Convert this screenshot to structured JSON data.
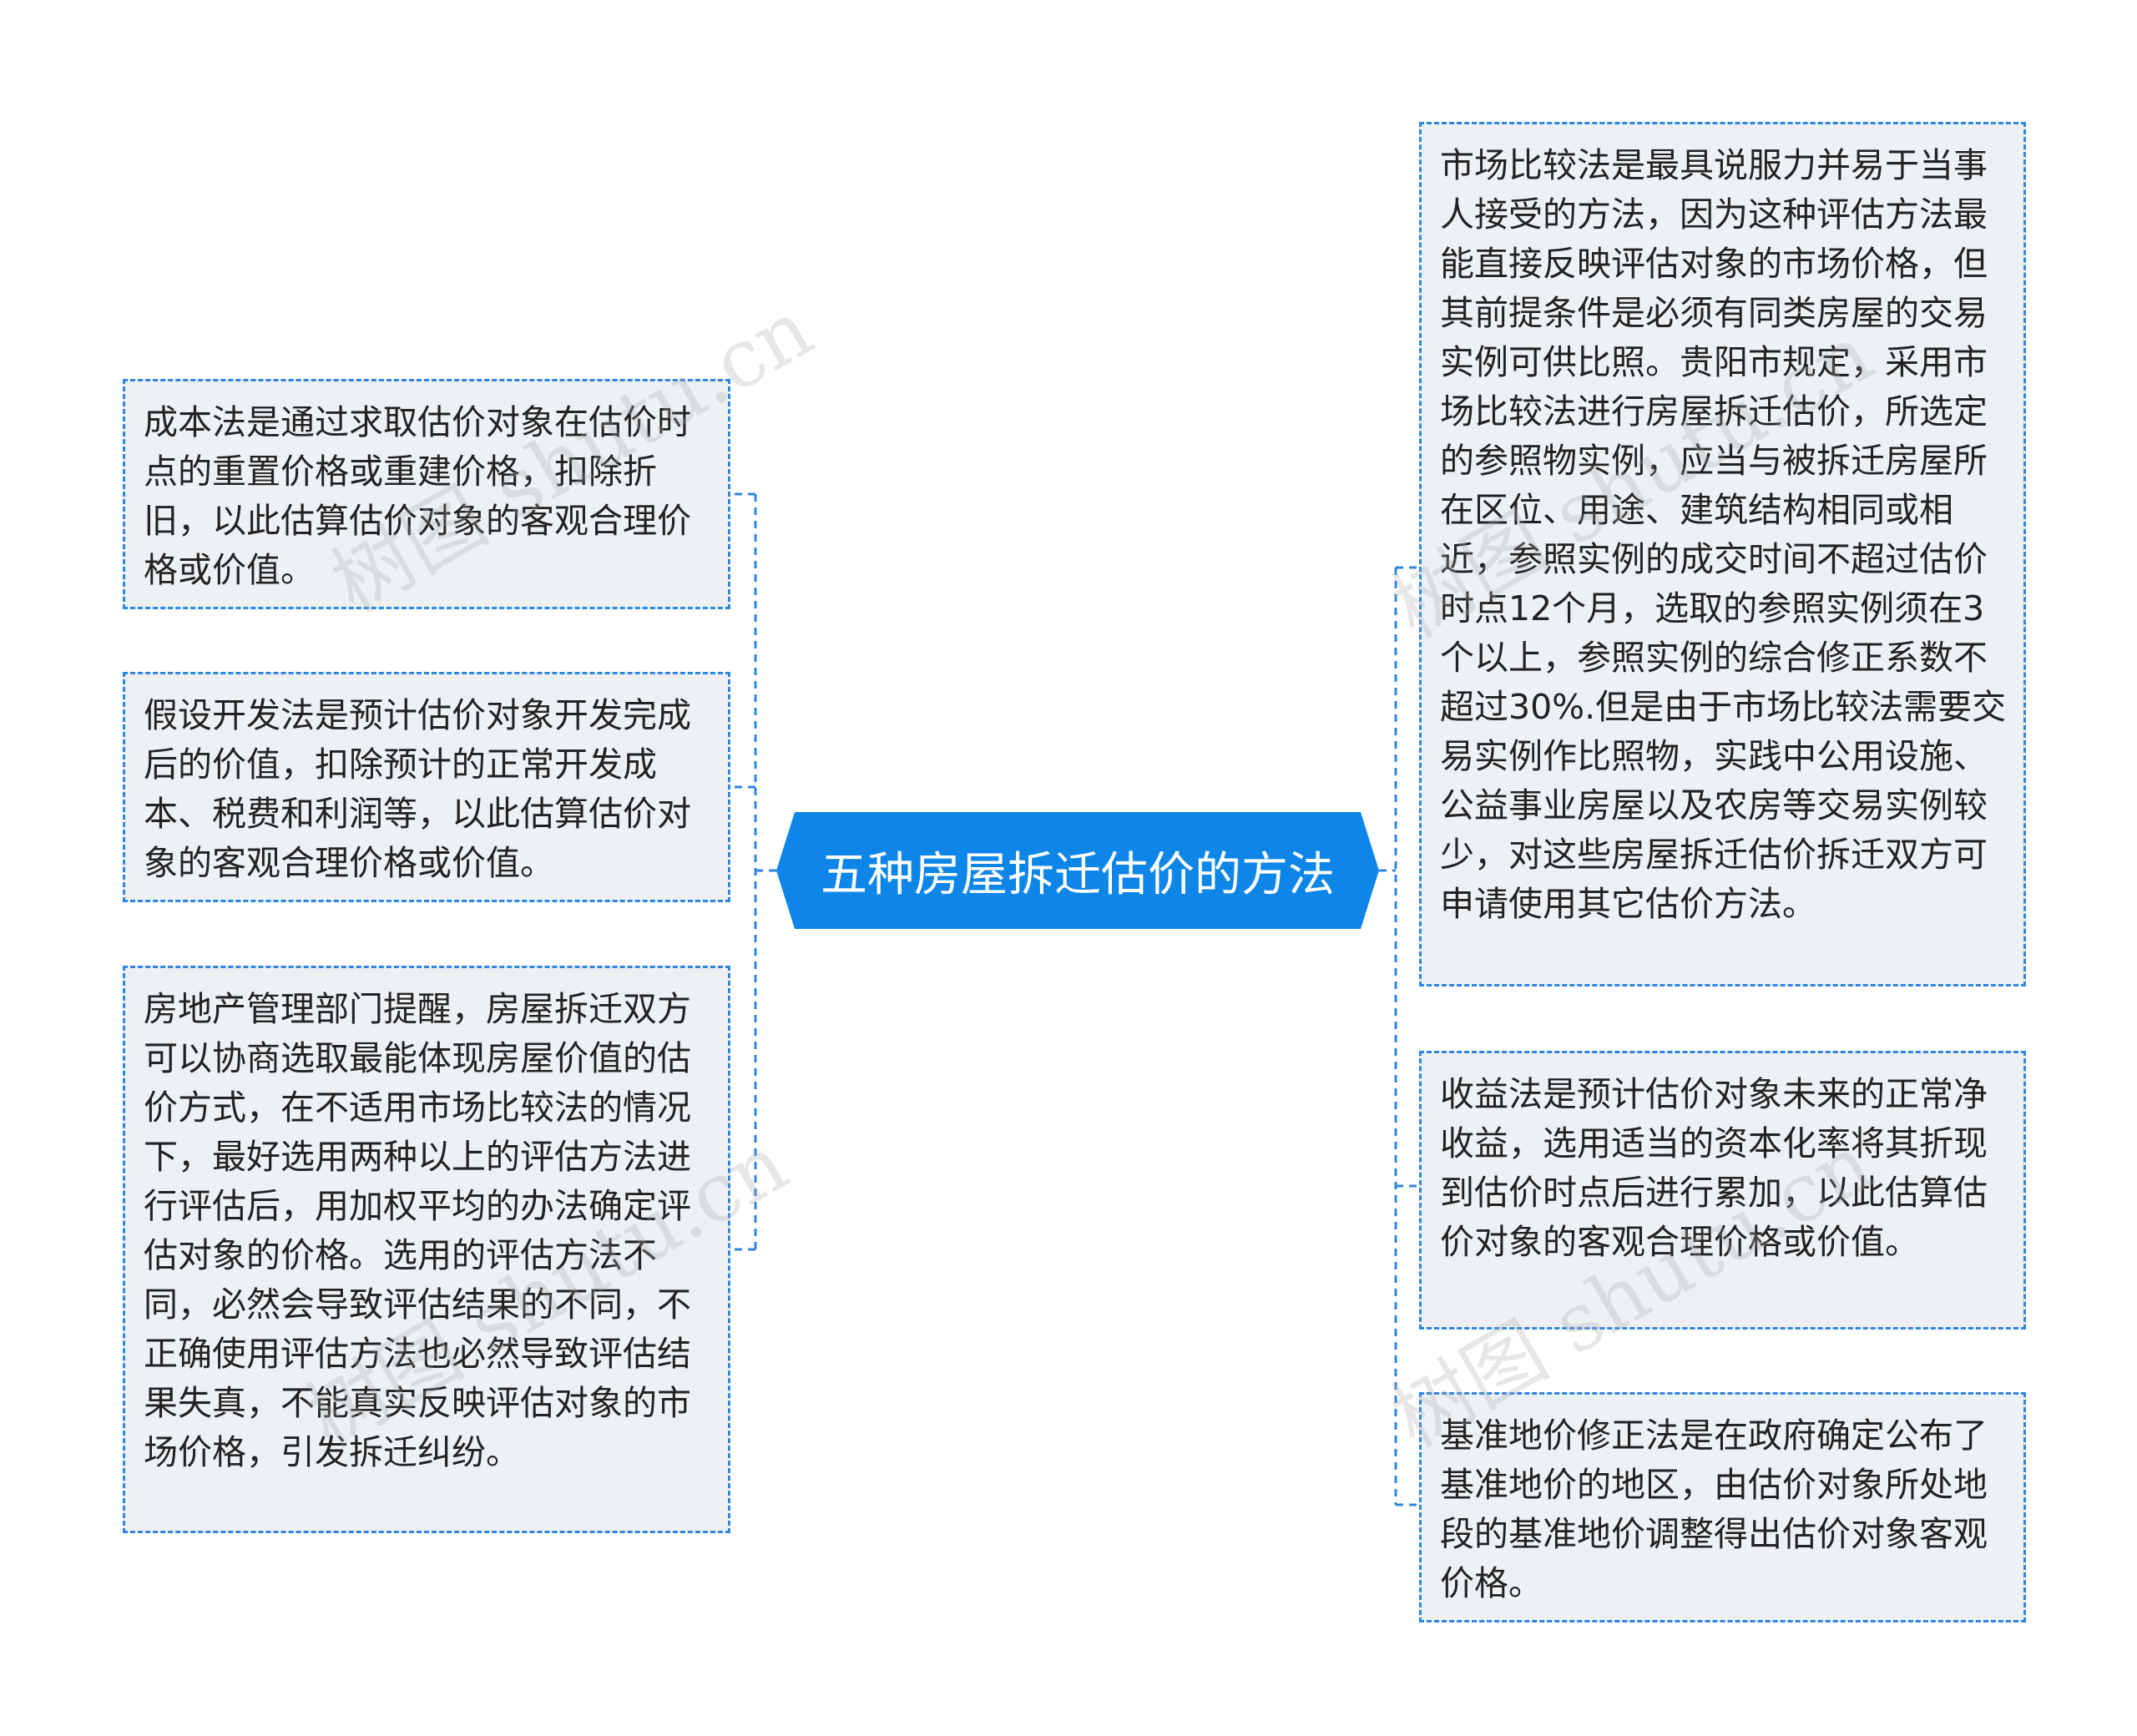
{
  "center": {
    "label": "五种房屋拆迁估价的方法"
  },
  "left_nodes": [
    {
      "text": "成本法是通过求取估价对象在估价时点的重置价格或重建价格，扣除折旧，以此估算估价对象的客观合理价格或价值。"
    },
    {
      "text": "假设开发法是预计估价对象开发完成后的价值，扣除预计的正常开发成本、税费和利润等，以此估算估价对象的客观合理价格或价值。"
    },
    {
      "text": "房地产管理部门提醒，房屋拆迁双方可以协商选取最能体现房屋价值的估价方式，在不适用市场比较法的情况下，最好选用两种以上的评估方法进行评估后，用加权平均的办法确定评估对象的价格。选用的评估方法不同，必然会导致评估结果的不同，不正确使用评估方法也必然导致评估结果失真，不能真实反映评估对象的市场价格，引发拆迁纠纷。"
    }
  ],
  "right_nodes": [
    {
      "text": "市场比较法是最具说服力并易于当事人接受的方法，因为这种评估方法最能直接反映评估对象的市场价格，但其前提条件是必须有同类房屋的交易实例可供比照。贵阳市规定，采用市场比较法进行房屋拆迁估价，所选定的参照物实例，应当与被拆迁房屋所在区位、用途、建筑结构相同或相近，参照实例的成交时间不超过估价时点12个月，选取的参照实例须在3个以上，参照实例的综合修正系数不超过30%.但是由于市场比较法需要交易实例作比照物，实践中公用设施、公益事业房屋以及农房等交易实例较少，对这些房屋拆迁估价拆迁双方可申请使用其它估价方法。"
    },
    {
      "text": "收益法是预计估价对象未来的正常净收益，选用适当的资本化率将其折现到估价时点后进行累加，以此估算估价对象的客观合理价格或价值。"
    },
    {
      "text": "基准地价修正法是在政府确定公布了基准地价的地区，由估价对象所处地段的基准地价调整得出估价对象客观价格。"
    }
  ],
  "watermark": {
    "text": "树图 shutu.cn"
  },
  "colors": {
    "accent": "#0d86e8",
    "node_fill": "#eef1f4",
    "node_border": "#2f86e0",
    "text": "#222222"
  }
}
